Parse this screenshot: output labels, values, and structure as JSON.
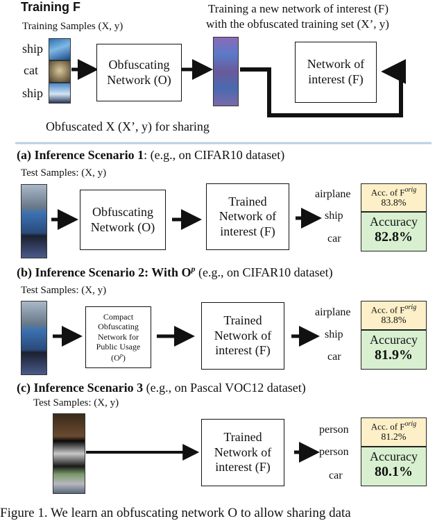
{
  "training": {
    "title": "Training F",
    "samples_label": "Training Samples (X, y)",
    "labels": [
      "ship",
      "cat",
      "ship"
    ],
    "obf_box": [
      "Obfuscating",
      "Network (O)"
    ],
    "new_net_title_1": "Training a new network of interest (F)",
    "new_net_title_2": "with the obfuscated training set (X’, y)",
    "interest_box": [
      "Network of",
      "interest (F)"
    ],
    "sharing_caption": "Obfuscated X (X’, y) for sharing"
  },
  "scenario1": {
    "title_bold": "(a) Inference Scenario 1",
    "title_rest": ": (e.g., on CIFAR10 dataset)",
    "samples_label": "Test Samples: (X, y)",
    "obf_box": [
      "Obfuscating",
      "Network (O)"
    ],
    "trained_box": [
      "Trained",
      "Network of",
      "interest (F)"
    ],
    "outputs": [
      "airplane",
      "ship",
      "car"
    ],
    "acc_orig_label": "Acc. of F",
    "acc_orig_sup": "orig",
    "acc_orig_value": "83.8%",
    "acc_label": "Accuracy",
    "acc_value": "82.8%"
  },
  "scenario2": {
    "title_bold": "(b) Inference Scenario 2: With O",
    "title_sup": "p",
    "title_rest": " (e.g., on CIFAR10 dataset)",
    "samples_label": "Test Samples: (X, y)",
    "compact_box": [
      "Compact",
      "Obfuscating",
      "Network for",
      "Public Usage",
      "(O",
      "p",
      ")"
    ],
    "trained_box": [
      "Trained",
      "Network of",
      "interest (F)"
    ],
    "outputs": [
      "airplane",
      "ship",
      "car"
    ],
    "acc_orig_label": "Acc. of F",
    "acc_orig_sup": "orig",
    "acc_orig_value": "83.8%",
    "acc_label": "Accuracy",
    "acc_value": "81.9%"
  },
  "scenario3": {
    "title_bold": "(c) Inference Scenario 3",
    "title_rest": " (e.g., on Pascal VOC12 dataset)",
    "samples_label": "Test Samples: (X, y)",
    "trained_box": [
      "Trained",
      "Network of",
      "interest (F)"
    ],
    "outputs": [
      "person",
      "person",
      "car"
    ],
    "acc_orig_label": "Acc. of F",
    "acc_orig_sup": "orig",
    "acc_orig_value": "81.2%",
    "acc_label": "Accuracy",
    "acc_value": "80.1%"
  },
  "caption": "Figure 1. We learn an obfuscating network O to allow sharing data",
  "colors": {
    "divider": "#b8cfe2",
    "acc_orig_bg": "#fdf0c8",
    "acc_bg": "#d8f0d0"
  }
}
